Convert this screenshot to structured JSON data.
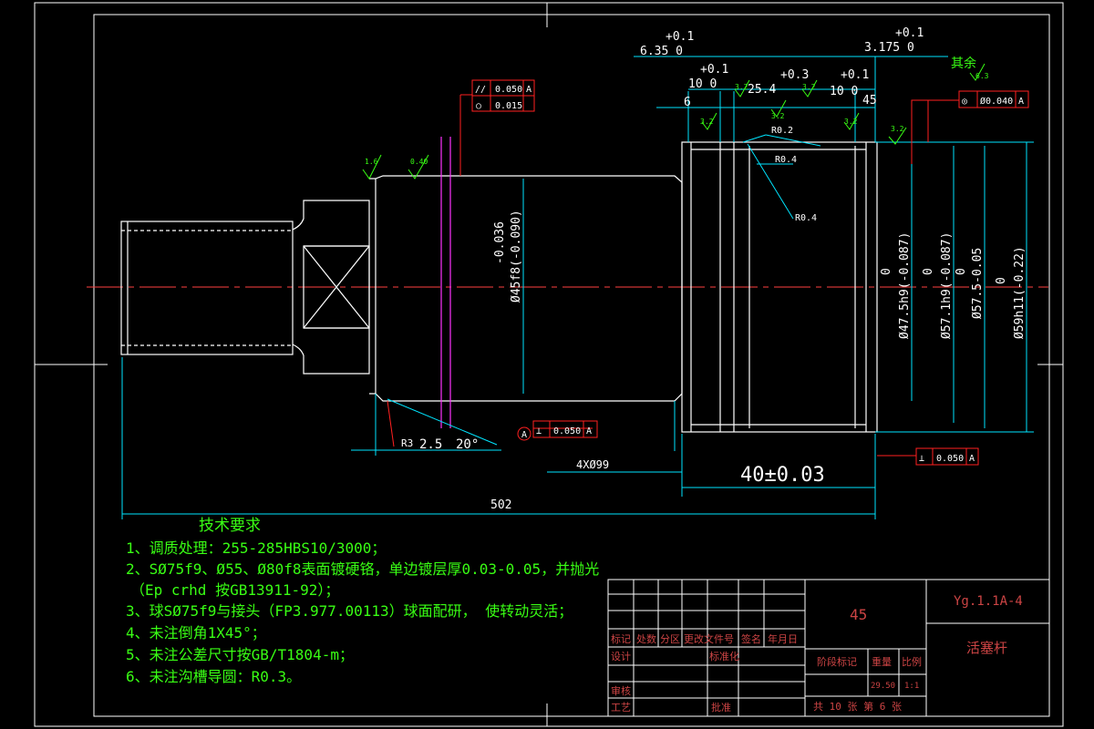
{
  "colors": {
    "bg": "#000000",
    "frame": "#ffffff",
    "part": "#ffffff",
    "dim": "#00e5ff",
    "red": "#ff2020",
    "center": "#ff4040",
    "green": "#39ff14",
    "magenta": "#ff33ff",
    "title_text": "#cc4444"
  },
  "dims_top": {
    "tol_a": "+0.1",
    "val_a": "6.35 0",
    "tol_b": "+0.1",
    "val_b": "3.175 0",
    "tol_c": "+0.1",
    "val_c": "10 0",
    "tol_d": "+0.3",
    "tol_e": "+0.1",
    "val_e": "10 0",
    "val_f": "45",
    "val_g": "6",
    "val_h": "25.4",
    "r1": "R0.2",
    "r2": "R0.4",
    "r3": "R0.4",
    "rough_12": "1.6",
    "rough_40": "0.40",
    "rough_32": "3.2",
    "rough_63": "6.3",
    "rest_label": "其余"
  },
  "tolerances": {
    "parallel_sym": "//",
    "parallel_val": "0.050",
    "parallel_ref": "A",
    "circ_sym": "○",
    "circ_val": "0.015",
    "coax_sym": "◎",
    "coax_val": "Ø0.040",
    "coax_ref": "A",
    "perp1_sym": "⊥",
    "perp1_val": "0.050",
    "perp1_ref": "A",
    "perp2_sym": "⊥",
    "perp2_val": "0.050",
    "perp2_ref": "A",
    "datum": "A"
  },
  "dims_vertical": {
    "d1_tol": "-0.036",
    "d1_main": "Ø45f8(-0.090)",
    "d2_zero": "0",
    "d2_main": "Ø47.5h9(-0.087)",
    "d3_zero": "0",
    "d3_main": "Ø57.1h9(-0.087)",
    "d4_zero": "0",
    "d4_main": "Ø57.5-0.05",
    "d5_zero": "0",
    "d5_main": "Ø59h11(-0.22)"
  },
  "dims_bottom": {
    "r3": "R3",
    "v25": "2.5",
    "angle": "20°",
    "x4": "4XØ99",
    "fit": "40±0.03",
    "total": "502"
  },
  "tech_req": {
    "title": "技术要求",
    "lines": [
      "1、调质处理：255-285HBS10/3000；",
      "2、SØ75f9、Ø55、Ø80f8表面镀硬铬，单边镀层厚0.03-0.05，并抛光",
      "（Ep crhd 按GB13911-92）；",
      "3、球SØ75f9与接头（FP3.977.00113）球面配研，  使转动灵活；",
      "4、未注倒角1X45°；",
      "5、未注公差尺寸按GB/T1804-m；",
      "6、未注沟槽导圆：R0.3。"
    ]
  },
  "title_block": {
    "material": "45",
    "drawing_no": "Yg.1.1A-4",
    "part_name": "活塞杆",
    "h_mark": "标记",
    "h_count": "处数",
    "h_zone": "分区",
    "h_doc": "更改文件号",
    "h_sign": "签名",
    "h_date": "年月日",
    "design": "设计",
    "standard": "标准化",
    "stage": "阶段标记",
    "weight_label": "重量",
    "scale_label": "比例",
    "weight": "29.50",
    "scale": "1:1",
    "review": "审核",
    "process": "工艺",
    "approve": "批准",
    "sheets": "共 10 张  第 6 张"
  }
}
